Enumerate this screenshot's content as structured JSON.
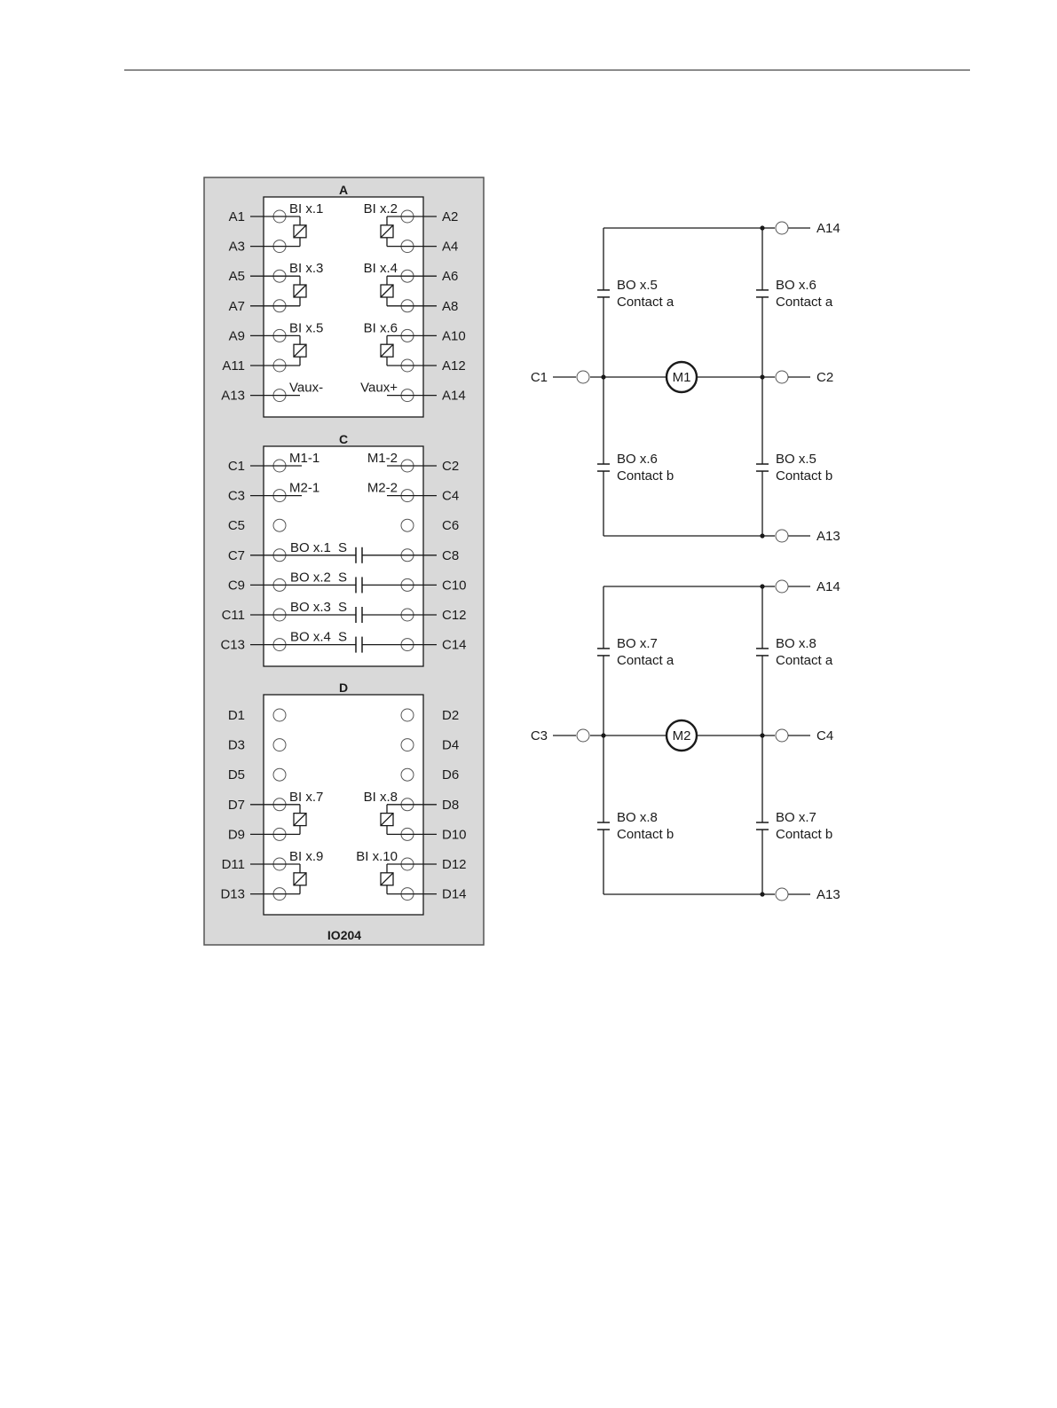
{
  "colors": {
    "panel_fill": "#d9d9d9",
    "panel_stroke": "#555555",
    "block_fill": "#ffffff",
    "line": "#1a1a1a"
  },
  "module": {
    "name": "IO204",
    "blocks": [
      {
        "header": "A",
        "rows": [
          {
            "left": "A1",
            "right": "A2"
          },
          {
            "left": "A3",
            "right": "A4"
          },
          {
            "left": "A5",
            "right": "A6"
          },
          {
            "left": "A7",
            "right": "A8"
          },
          {
            "left": "A9",
            "right": "A10"
          },
          {
            "left": "A11",
            "right": "A12"
          },
          {
            "left": "A13",
            "right": "A14"
          }
        ],
        "inputs": [
          {
            "label": "BI x.1",
            "side": "left",
            "row": 0
          },
          {
            "label": "BI x.2",
            "side": "right",
            "row": 0
          },
          {
            "label": "BI x.3",
            "side": "left",
            "row": 2
          },
          {
            "label": "BI x.4",
            "side": "right",
            "row": 2
          },
          {
            "label": "BI x.5",
            "side": "left",
            "row": 4
          },
          {
            "label": "BI x.6",
            "side": "right",
            "row": 4
          }
        ],
        "supply": [
          {
            "label": "Vaux-",
            "side": "left",
            "row": 6
          },
          {
            "label": "Vaux+",
            "side": "right",
            "row": 6
          }
        ],
        "motors": [],
        "outputs": []
      },
      {
        "header": "C",
        "rows": [
          {
            "left": "C1",
            "right": "C2"
          },
          {
            "left": "C3",
            "right": "C4"
          },
          {
            "left": "C5",
            "right": "C6"
          },
          {
            "left": "C7",
            "right": "C8"
          },
          {
            "left": "C9",
            "right": "C10"
          },
          {
            "left": "C11",
            "right": "C12"
          },
          {
            "left": "C13",
            "right": "C14"
          }
        ],
        "inputs": [],
        "supply": [],
        "motors": [
          {
            "label": "M1-1",
            "side": "left",
            "row": 0
          },
          {
            "label": "M1-2",
            "side": "right",
            "row": 0
          },
          {
            "label": "M2-1",
            "side": "left",
            "row": 1
          },
          {
            "label": "M2-2",
            "side": "right",
            "row": 1
          }
        ],
        "outputs": [
          {
            "label": "BO x.1",
            "suffix": "S",
            "row": 3
          },
          {
            "label": "BO x.2",
            "suffix": "S",
            "row": 4
          },
          {
            "label": "BO x.3",
            "suffix": "S",
            "row": 5
          },
          {
            "label": "BO x.4",
            "suffix": "S",
            "row": 6
          }
        ]
      },
      {
        "header": "D",
        "rows": [
          {
            "left": "D1",
            "right": "D2"
          },
          {
            "left": "D3",
            "right": "D4"
          },
          {
            "left": "D5",
            "right": "D6"
          },
          {
            "left": "D7",
            "right": "D8"
          },
          {
            "left": "D9",
            "right": "D10"
          },
          {
            "left": "D11",
            "right": "D12"
          },
          {
            "left": "D13",
            "right": "D14"
          }
        ],
        "inputs": [
          {
            "label": "BI x.7",
            "side": "left",
            "row": 3
          },
          {
            "label": "BI x.8",
            "side": "right",
            "row": 3
          },
          {
            "label": "BI x.9",
            "side": "left",
            "row": 5
          },
          {
            "label": "BI x.10",
            "side": "right",
            "row": 5
          }
        ],
        "supply": [],
        "motors": [],
        "outputs": []
      }
    ]
  },
  "motor_circuits": [
    {
      "motor": "M1",
      "top_terminal": "A14",
      "bottom_terminal": "A13",
      "left_terminal": "C1",
      "right_terminal": "C2",
      "contacts": {
        "upper_left": {
          "name": "BO x.5",
          "type": "Contact a"
        },
        "upper_right": {
          "name": "BO x.6",
          "type": "Contact a"
        },
        "lower_left": {
          "name": "BO x.6",
          "type": "Contact b"
        },
        "lower_right": {
          "name": "BO x.5",
          "type": "Contact b"
        }
      }
    },
    {
      "motor": "M2",
      "top_terminal": "A14",
      "bottom_terminal": "A13",
      "left_terminal": "C3",
      "right_terminal": "C4",
      "contacts": {
        "upper_left": {
          "name": "BO x.7",
          "type": "Contact a"
        },
        "upper_right": {
          "name": "BO x.8",
          "type": "Contact a"
        },
        "lower_left": {
          "name": "BO x.8",
          "type": "Contact b"
        },
        "lower_right": {
          "name": "BO x.7",
          "type": "Contact b"
        }
      }
    }
  ]
}
